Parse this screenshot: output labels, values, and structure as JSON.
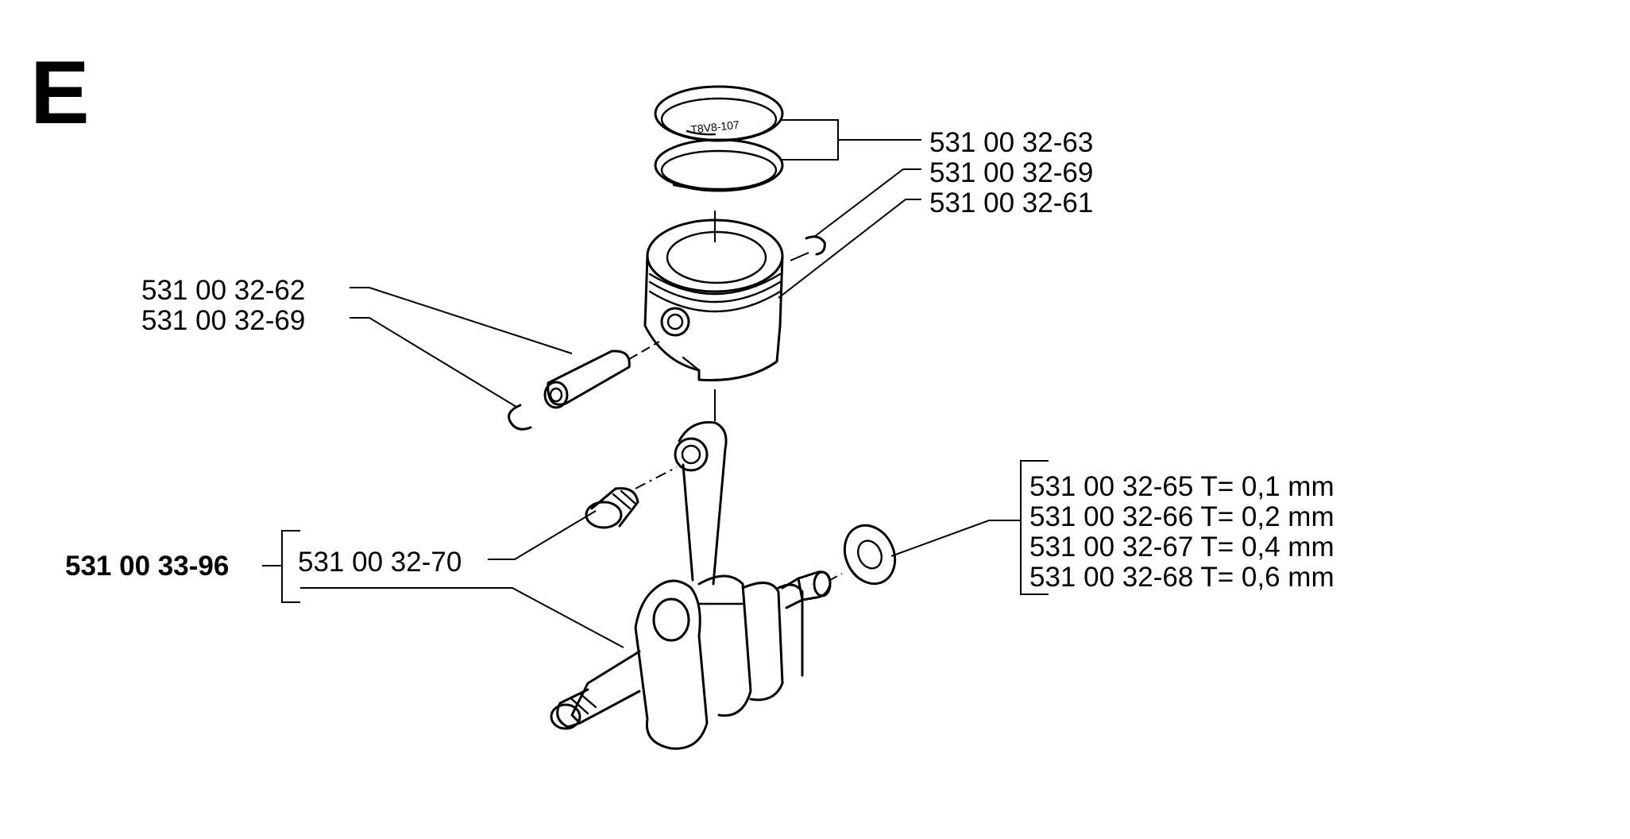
{
  "section_letter": "E",
  "assembly": {
    "part_number": "531 00 33-96"
  },
  "labels": {
    "rings": "531 00 32-63",
    "circlip_right": "531 00 32-69",
    "piston": "531 00 32-61",
    "piston_pin": "531 00 32-62",
    "circlip_left": "531 00 32-69",
    "needle_bearing": "531 00 32-70",
    "shim_1": "531 00 32-65 T= 0,1 mm",
    "shim_2": "531 00 32-66 T= 0,2 mm",
    "shim_3": "531 00 32-67 T= 0,4 mm",
    "shim_4": "531 00 32-68 T= 0,6 mm"
  },
  "colors": {
    "line": "#000000",
    "background": "#ffffff"
  }
}
